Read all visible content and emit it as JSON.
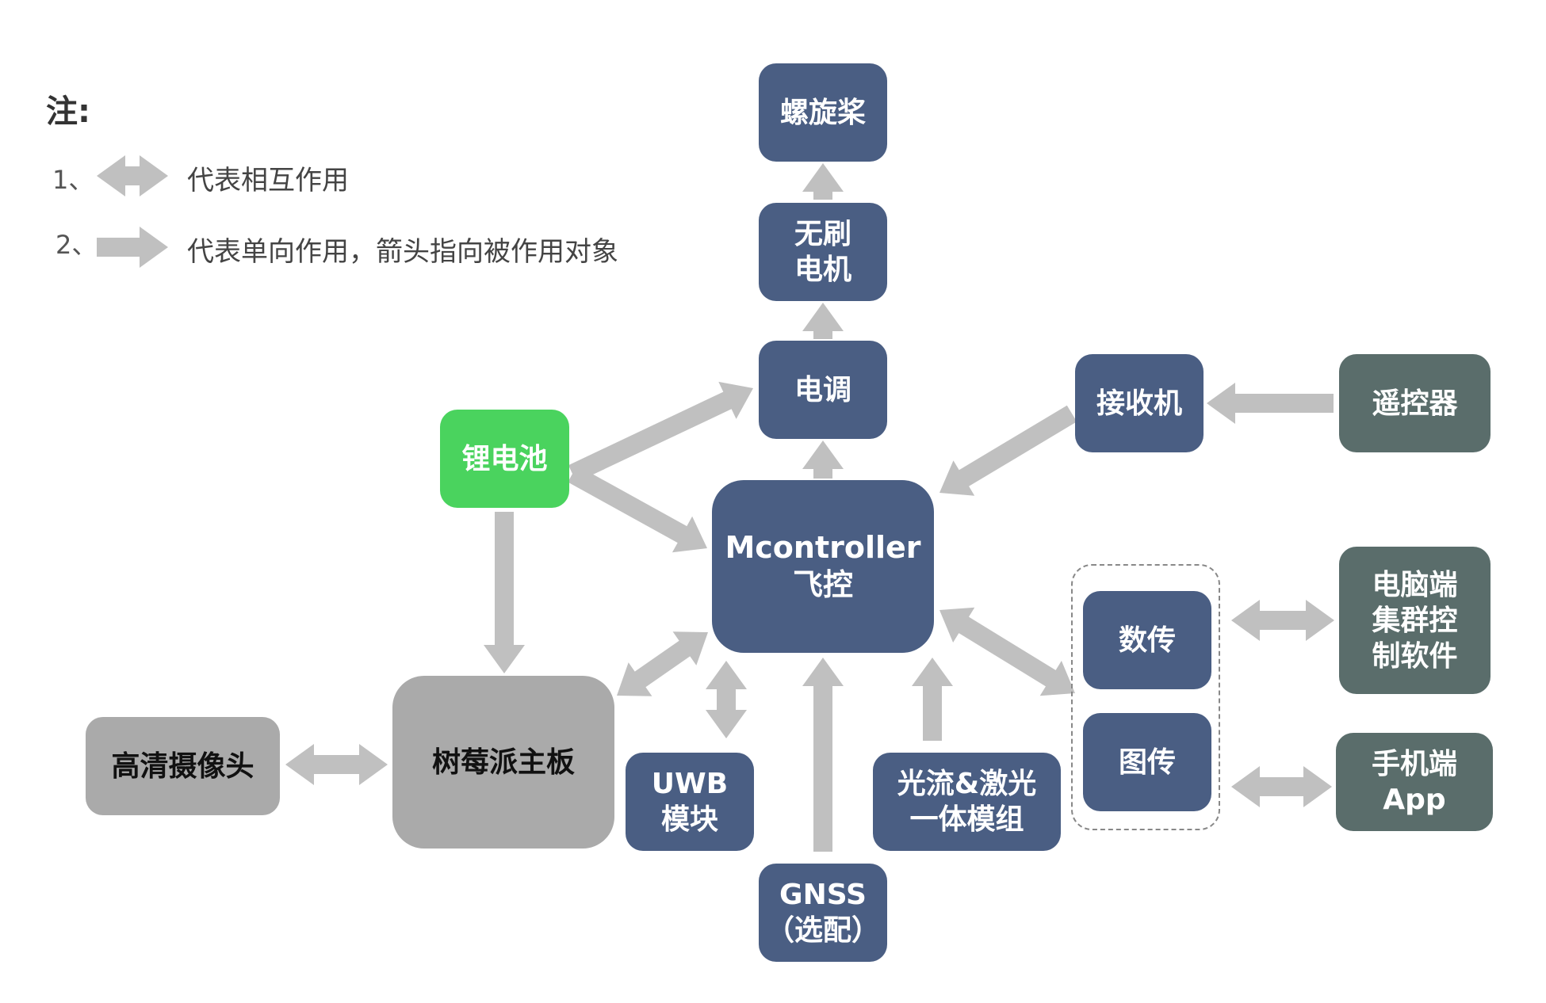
{
  "legend": {
    "title": "注:",
    "item1_num": "1、",
    "item1_text": "代表相互作用",
    "item2_num": "2、",
    "item2_text": "代表单向作用，箭头指向被作用对象"
  },
  "nodes": {
    "propeller": "螺旋桨",
    "motor": "无刷\n电机",
    "esc": "电调",
    "battery": "锂电池",
    "flight_controller": "Mcontroller\n飞控",
    "receiver": "接收机",
    "remote": "遥控器",
    "datalink": "数传",
    "videolink": "图传",
    "pc_software": "电脑端\n集群控\n制软件",
    "mobile_app": "手机端\nApp",
    "raspberry": "树莓派主板",
    "camera": "高清摄像头",
    "uwb": "UWB\n模块",
    "optical_flow": "光流&激光\n一体模组",
    "gnss": "GNSS\n（选配）"
  },
  "colors": {
    "node_blue": "#4a5e83",
    "node_slate": "#5a6d6b",
    "node_gray": "#aaaaaa",
    "node_green": "#4ad35e",
    "arrow": "#c0c0c0"
  }
}
